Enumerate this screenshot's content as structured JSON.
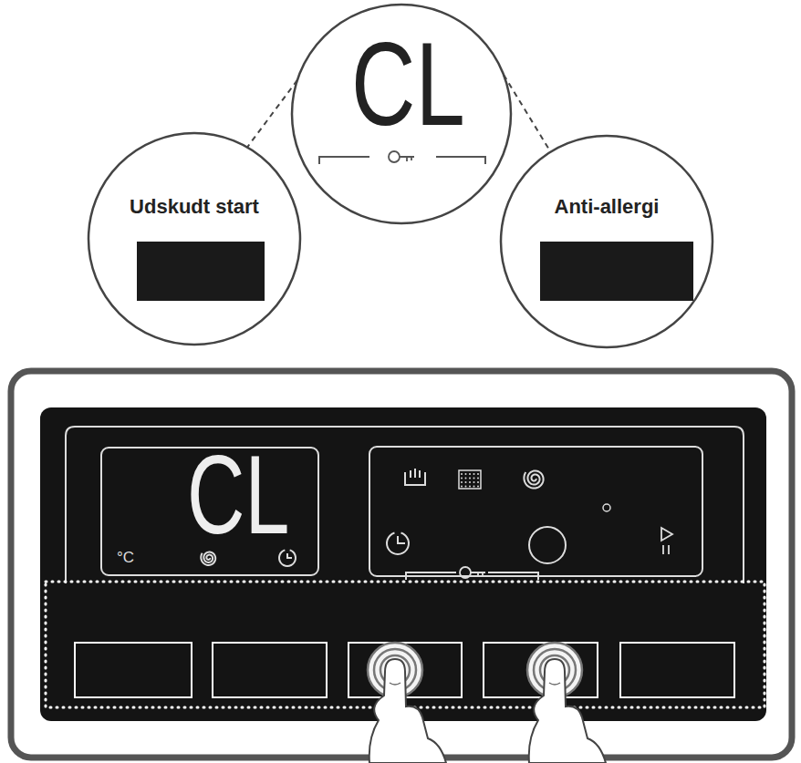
{
  "diagram": {
    "nodes": [
      {
        "text": [
          "Udskudt start"
        ]
      },
      {
        "text": [
          "CL"
        ]
      },
      {
        "text": [
          "Anti-allergi"
        ]
      },
      {
        "text": [
          "CL",
          "°C"
        ]
      }
    ],
    "edges": [
      {
        "from": 1,
        "to": 0,
        "arrow": "none"
      },
      {
        "from": 1,
        "to": 2,
        "arrow": "none"
      }
    ]
  }
}
